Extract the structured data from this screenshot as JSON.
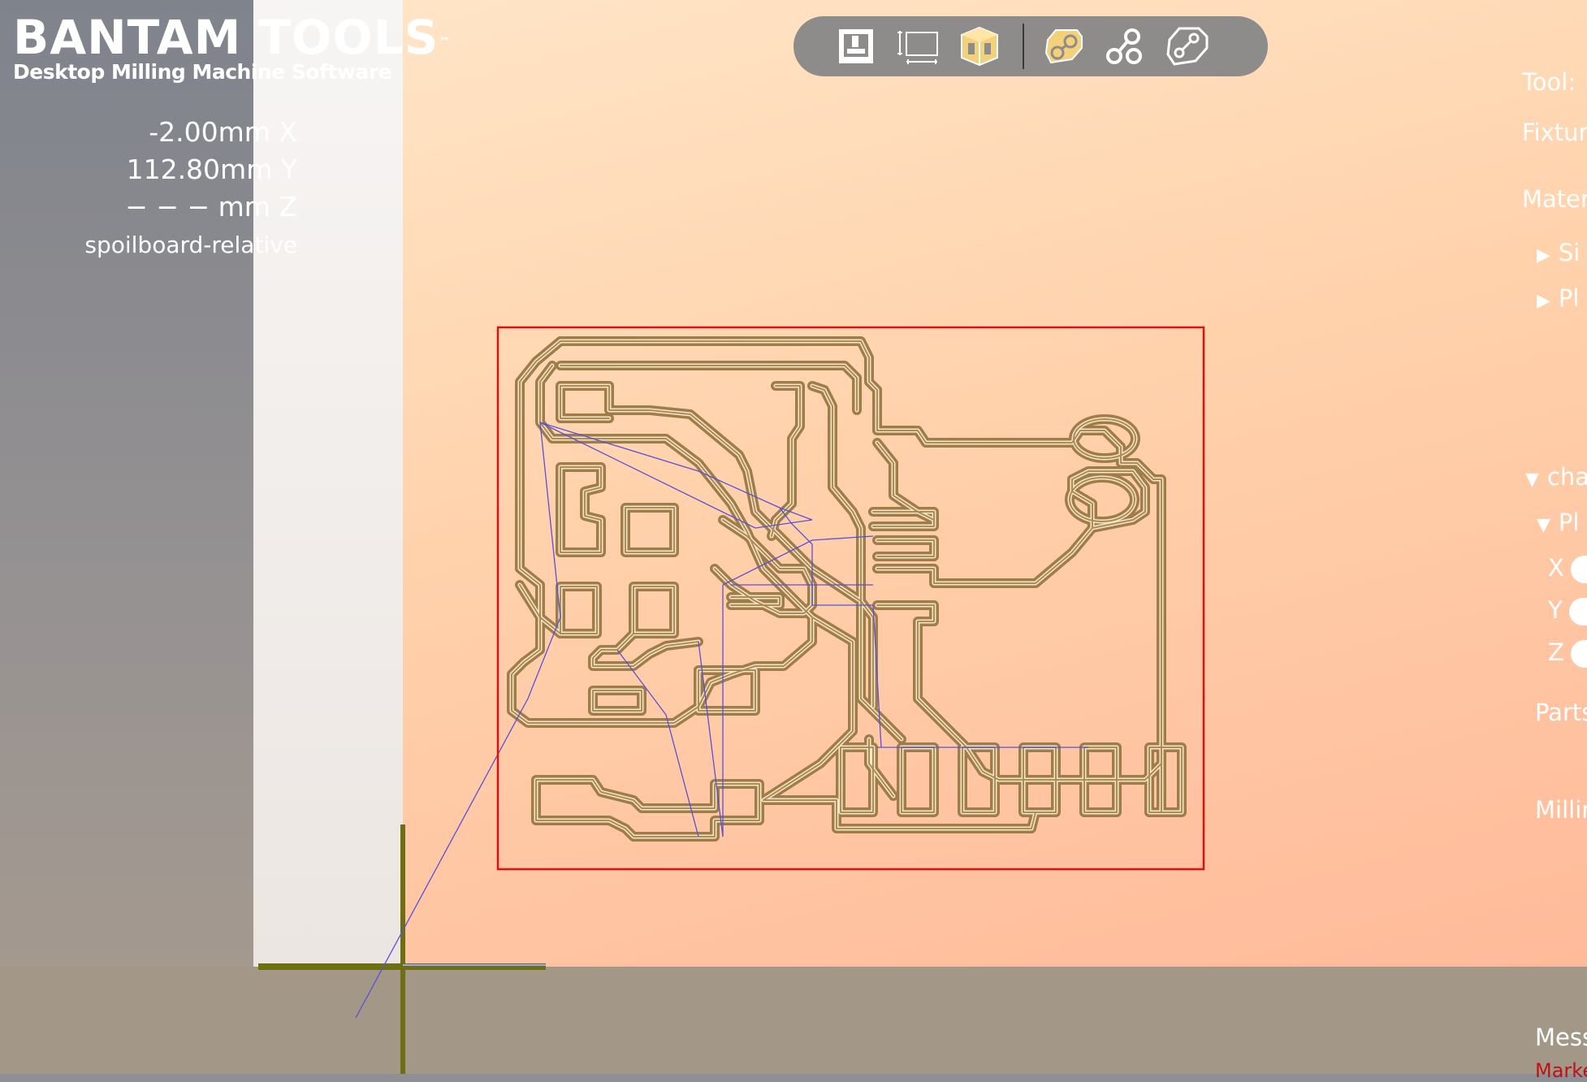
{
  "brand": {
    "name": "BANTAM TOOLS",
    "trademark": "™",
    "subtitle": "Desktop Milling Machine Software"
  },
  "coordinates": {
    "x": "-2.00mm X",
    "y": "112.80mm Y",
    "z": "− − − mm Z",
    "reference": "spoilboard-relative"
  },
  "toolbar": {
    "icons": [
      "machine-icon",
      "material-dimensions-icon",
      "fixture-3d-icon",
      "pcb-traces-icon",
      "pcb-connections-icon",
      "pcb-board-icon"
    ],
    "active_color": "#f3d07a",
    "icon_color": "#ffffff"
  },
  "panel": {
    "tool_label": "Tool:",
    "fixture_label": "Fixtur",
    "material_label": "Mater",
    "material_size_label": "Si",
    "material_placement_label": "Pl",
    "file_label": "cha",
    "plan_label": "Pl",
    "x_label": "X",
    "y_label": "Y",
    "z_label": "Z",
    "parts_label": "Parts",
    "milling_label": "Millin",
    "messages_label": "Mess",
    "messages_warning": "Marke"
  },
  "colors": {
    "boundary": "#e01010",
    "trace": "#b08a55",
    "trace_highlight": "#f2e6c8",
    "ratsnest": "#5a50d8",
    "axis": "#6e6f10"
  }
}
